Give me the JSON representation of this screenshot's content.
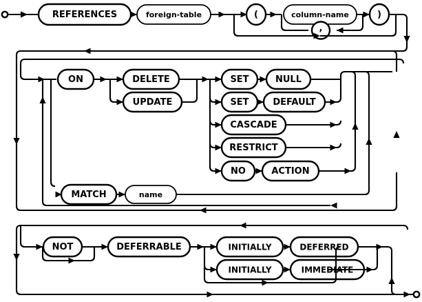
{
  "diagram": {
    "title": "REFERENCES foreign-key clause railroad diagram",
    "type": "railroad-syntax-diagram",
    "colors": {
      "background": "#ffffff",
      "stroke": "#000000",
      "fill": "#ffffff"
    },
    "endpoints": {
      "start": "start-circle",
      "end": "end-circle"
    },
    "nodes": {
      "references": {
        "label": "REFERENCES",
        "kind": "terminal"
      },
      "foreign_table": {
        "label": "foreign-table",
        "kind": "nonterminal"
      },
      "lparen": {
        "label": "(",
        "kind": "terminal"
      },
      "column_name": {
        "label": "column-name",
        "kind": "nonterminal"
      },
      "comma": {
        "label": ",",
        "kind": "terminal"
      },
      "rparen": {
        "label": ")",
        "kind": "terminal"
      },
      "on": {
        "label": "ON",
        "kind": "terminal"
      },
      "delete": {
        "label": "DELETE",
        "kind": "terminal"
      },
      "update": {
        "label": "UPDATE",
        "kind": "terminal"
      },
      "set1": {
        "label": "SET",
        "kind": "terminal"
      },
      "null": {
        "label": "NULL",
        "kind": "terminal"
      },
      "set2": {
        "label": "SET",
        "kind": "terminal"
      },
      "default": {
        "label": "DEFAULT",
        "kind": "terminal"
      },
      "cascade": {
        "label": "CASCADE",
        "kind": "terminal"
      },
      "restrict": {
        "label": "RESTRICT",
        "kind": "terminal"
      },
      "no": {
        "label": "NO",
        "kind": "terminal"
      },
      "action": {
        "label": "ACTION",
        "kind": "terminal"
      },
      "match": {
        "label": "MATCH",
        "kind": "terminal"
      },
      "name": {
        "label": "name",
        "kind": "nonterminal"
      },
      "not": {
        "label": "NOT",
        "kind": "terminal"
      },
      "deferrable": {
        "label": "DEFERRABLE",
        "kind": "terminal"
      },
      "initially1": {
        "label": "INITIALLY",
        "kind": "terminal"
      },
      "deferred": {
        "label": "DEFERRED",
        "kind": "terminal"
      },
      "initially2": {
        "label": "INITIALLY",
        "kind": "terminal"
      },
      "immediate": {
        "label": "IMMEDIATE",
        "kind": "terminal"
      }
    }
  }
}
